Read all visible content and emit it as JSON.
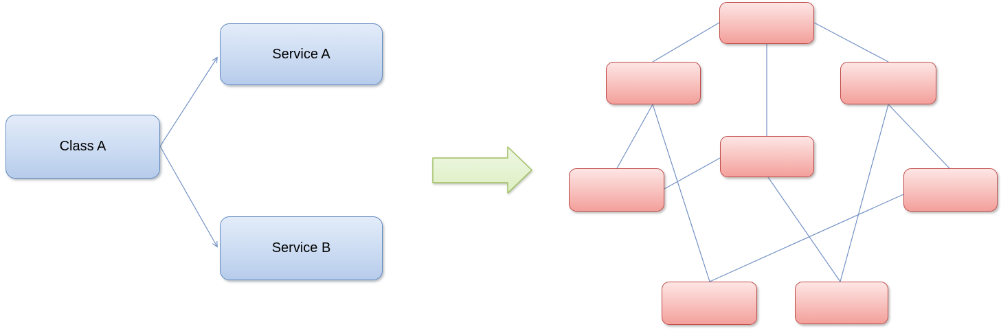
{
  "diagram": {
    "left_group": {
      "nodes": [
        {
          "id": "class-a",
          "label": "Class A"
        },
        {
          "id": "service-a",
          "label": "Service A"
        },
        {
          "id": "service-b",
          "label": "Service B"
        }
      ],
      "edges": [
        {
          "from": "class-a",
          "to": "service-a",
          "arrow": true
        },
        {
          "from": "class-a",
          "to": "service-b",
          "arrow": true
        }
      ]
    },
    "transform_arrow": {
      "icon": "right-block-arrow"
    },
    "network_group": {
      "nodes": [
        {
          "id": "n1",
          "label": ""
        },
        {
          "id": "n2",
          "label": ""
        },
        {
          "id": "n3",
          "label": ""
        },
        {
          "id": "n4",
          "label": ""
        },
        {
          "id": "n5",
          "label": ""
        },
        {
          "id": "n6",
          "label": ""
        },
        {
          "id": "n7",
          "label": ""
        },
        {
          "id": "n8",
          "label": ""
        }
      ],
      "edges": [
        {
          "from": "n1",
          "to": "n2"
        },
        {
          "from": "n1",
          "to": "n5"
        },
        {
          "from": "n1",
          "to": "n3"
        },
        {
          "from": "n2",
          "to": "n4"
        },
        {
          "from": "n2",
          "to": "n7"
        },
        {
          "from": "n4",
          "to": "n5"
        },
        {
          "from": "n5",
          "to": "n8"
        },
        {
          "from": "n3",
          "to": "n6"
        },
        {
          "from": "n3",
          "to": "n8"
        },
        {
          "from": "n7",
          "to": "n6"
        }
      ]
    },
    "colors": {
      "blue_fill_top": "#e3ecf9",
      "blue_fill_bottom": "#b7cceb",
      "blue_border": "#6289bf",
      "pink_fill_top": "#fde6e5",
      "pink_fill_bottom": "#f3a09b",
      "pink_border": "#bf4c49",
      "connector": "#7291c4",
      "green_fill_top": "#eff7e4",
      "green_fill_bottom": "#ddefc2",
      "green_border": "#9fbe5f"
    }
  }
}
